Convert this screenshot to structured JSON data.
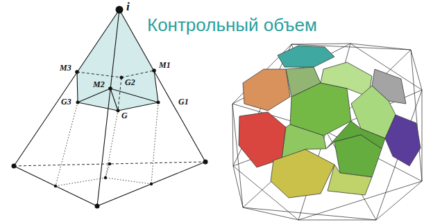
{
  "diagram": {
    "title": "Контрольный объем",
    "labels": [
      "i",
      "M3",
      "M1",
      "M2",
      "G2",
      "G3",
      "G",
      "G1"
    ]
  }
}
